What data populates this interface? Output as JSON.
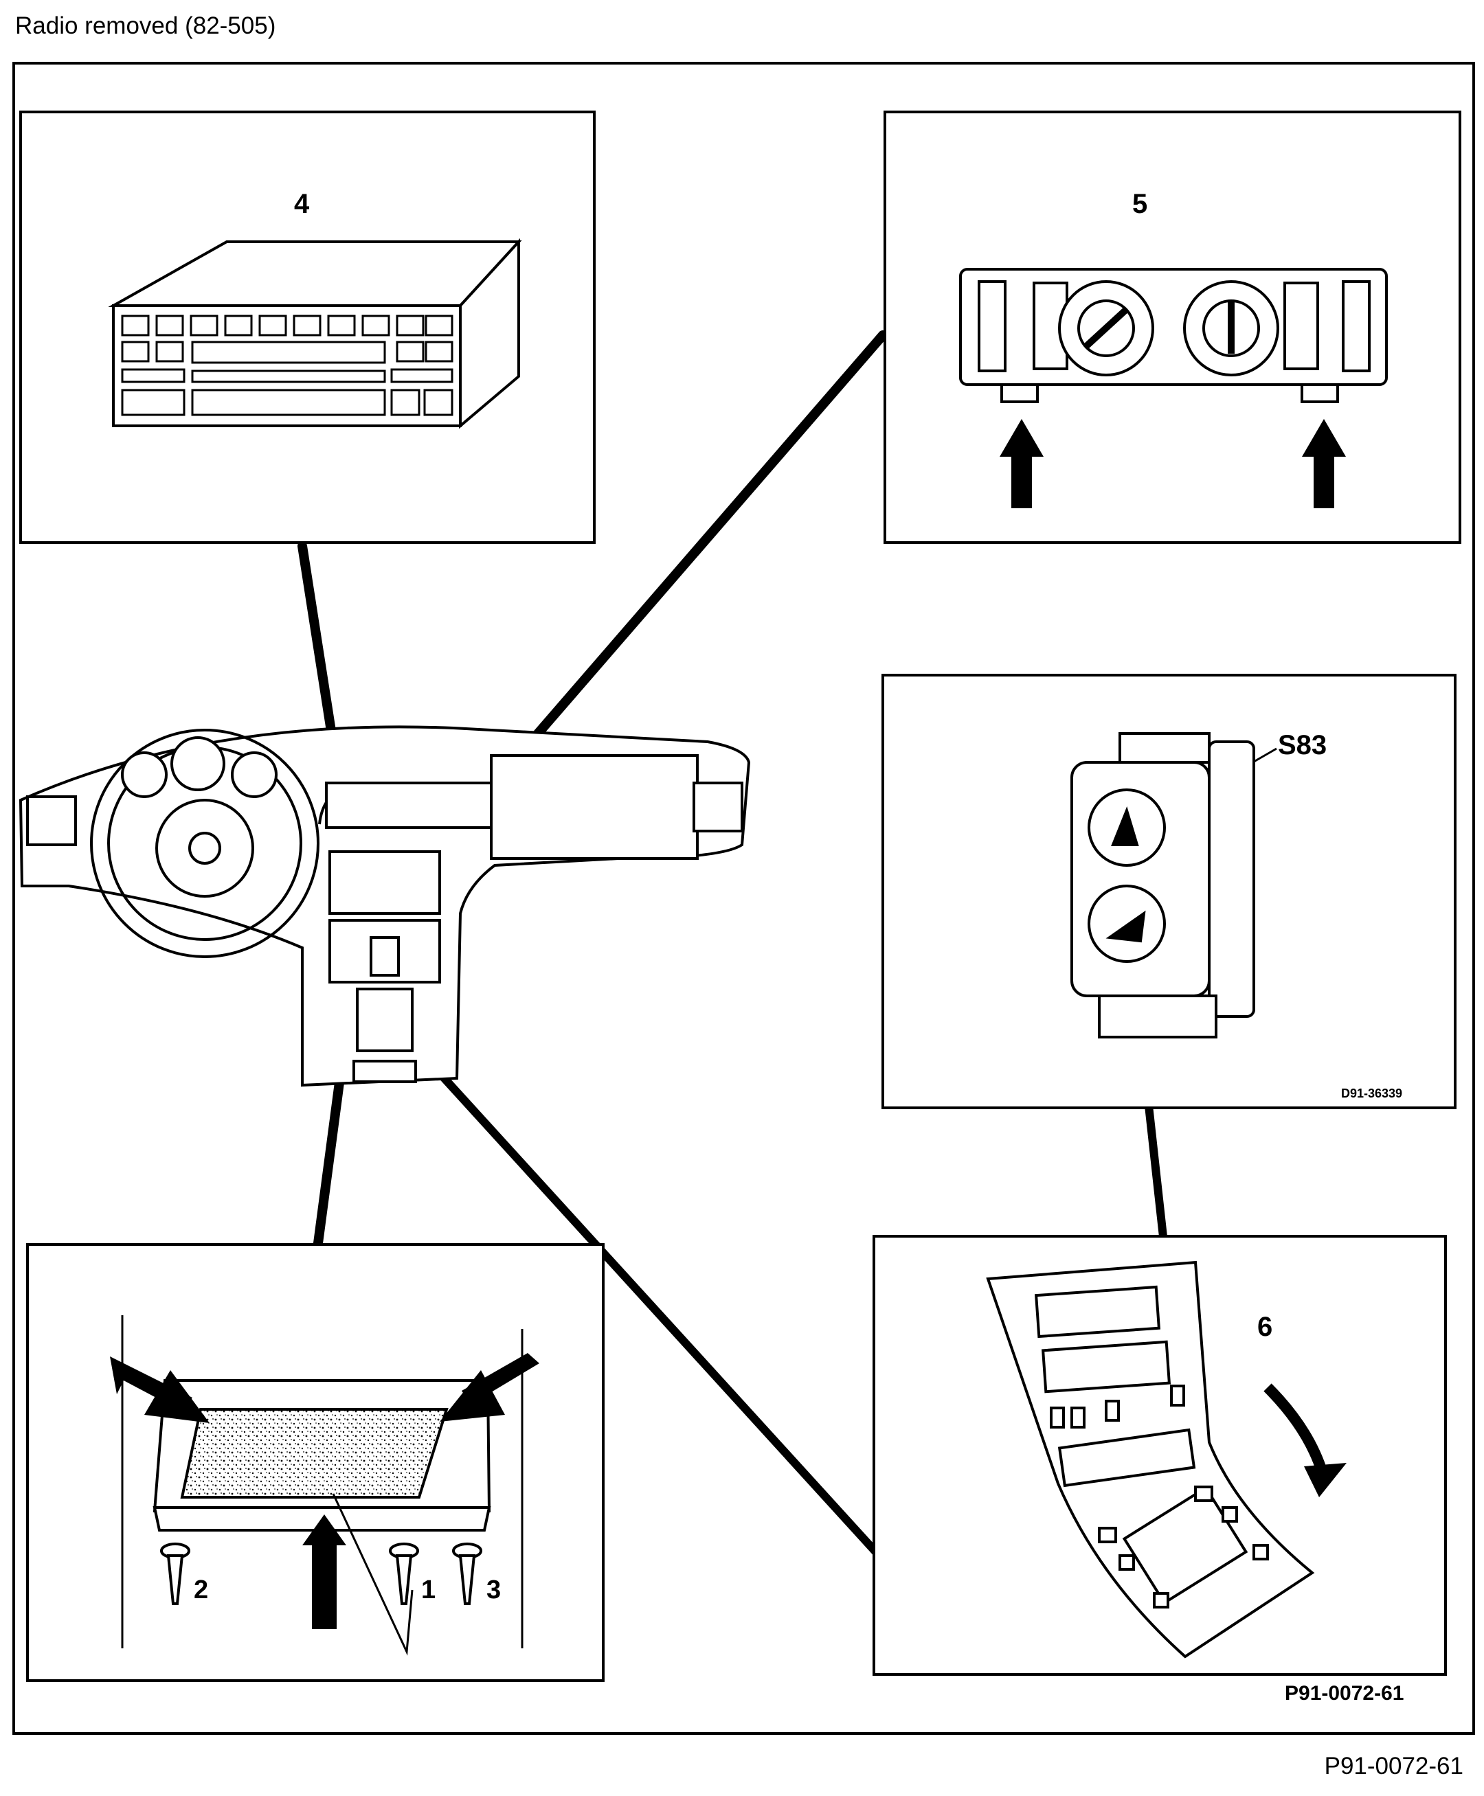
{
  "page": {
    "top_caption": "Radio removed (82-505)",
    "bottom_caption": "P91-0072-61"
  },
  "figure": {
    "panels": {
      "radio": {
        "label": "4"
      },
      "climate_control": {
        "label": "5"
      },
      "switch": {
        "label": "S83",
        "code": "D91-36339"
      },
      "console_cover": {
        "label": "6"
      },
      "ashtray": {
        "screw_labels": [
          "2",
          "1",
          "3"
        ]
      }
    },
    "figure_code": "P91-0072-61"
  },
  "colors": {
    "ink": "#000000",
    "paper": "#ffffff"
  }
}
